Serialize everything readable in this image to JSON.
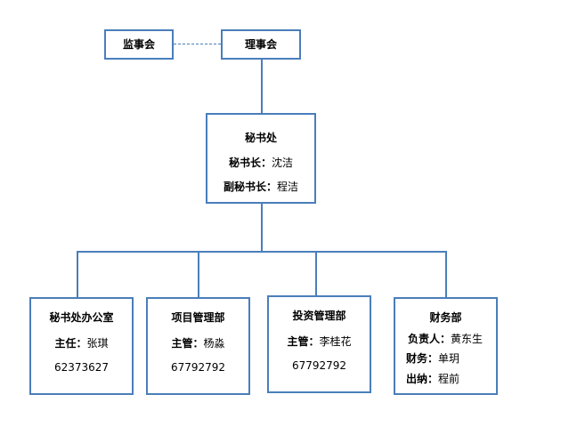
{
  "supervisory_board": "监事会",
  "council": "理事会",
  "secretariat": {
    "title": "秘书处",
    "secretary_general_label": "秘书长：",
    "secretary_general": "沈洁",
    "deputy_label": "副秘书长：",
    "deputy": "程洁"
  },
  "departments": [
    {
      "title": "秘书处办公室",
      "lines": [
        {
          "label": "主任：",
          "value": "张琪"
        },
        {
          "label": "",
          "value": "62373627"
        }
      ]
    },
    {
      "title": "项目管理部",
      "lines": [
        {
          "label": "主管：",
          "value": "杨淼"
        },
        {
          "label": "",
          "value": "67792792"
        }
      ]
    },
    {
      "title": "投资管理部",
      "lines": [
        {
          "label": "主管：",
          "value": "李桂花"
        },
        {
          "label": "",
          "value": "67792792"
        }
      ]
    },
    {
      "title": "财务部",
      "lines": [
        {
          "label": "负责人：",
          "value": "黄东生"
        },
        {
          "label": "财务：",
          "value": "单玥"
        },
        {
          "label": "出纳：",
          "value": "程前"
        }
      ]
    }
  ]
}
